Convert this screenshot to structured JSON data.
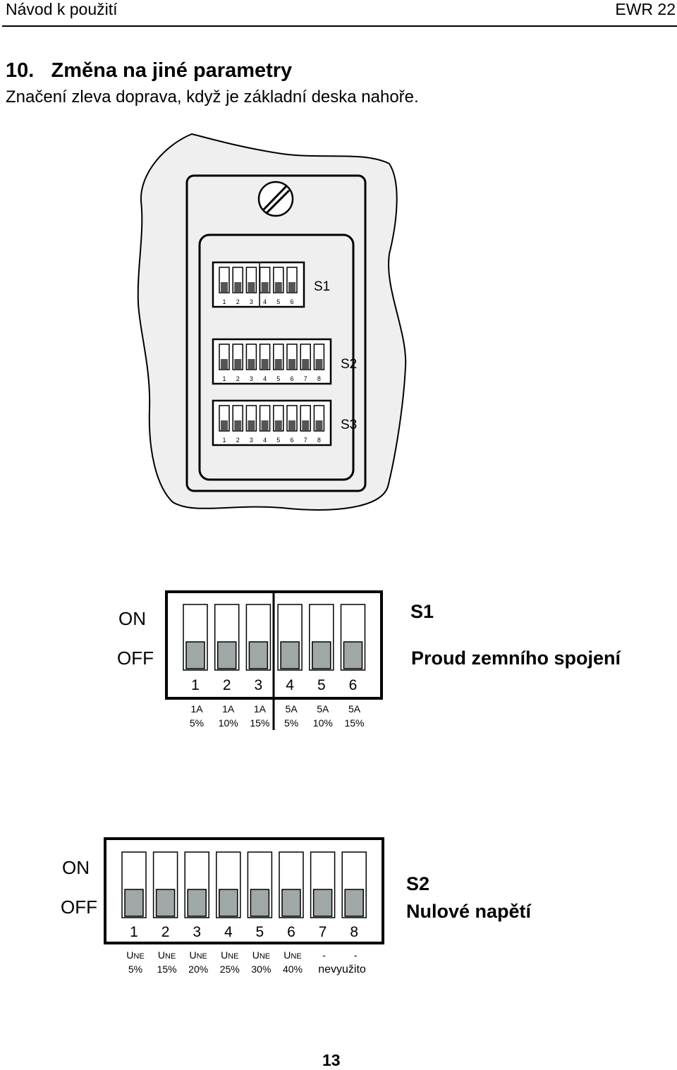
{
  "header": {
    "left": "Návod k použití",
    "right": "EWR 22"
  },
  "section": {
    "number": "10.",
    "title": "Změna na jiné parametry",
    "subtitle": "Značení zleva doprava, když je základní deska nahoře."
  },
  "board": {
    "blocks": [
      {
        "name": "S1",
        "switches": [
          "1",
          "2",
          "3",
          "4",
          "5",
          "6"
        ]
      },
      {
        "name": "S2",
        "switches": [
          "1",
          "2",
          "3",
          "4",
          "5",
          "6",
          "7",
          "8"
        ]
      },
      {
        "name": "S3",
        "switches": [
          "1",
          "2",
          "3",
          "4",
          "5",
          "6",
          "7",
          "8"
        ]
      }
    ]
  },
  "s1": {
    "on_label": "ON",
    "off_label": "OFF",
    "heading": "S1",
    "description": "Proud zemního spojení",
    "switches": [
      {
        "num": "1",
        "top": "1A",
        "bottom": "5%"
      },
      {
        "num": "2",
        "top": "1A",
        "bottom": "10%"
      },
      {
        "num": "3",
        "top": "1A",
        "bottom": "15%"
      },
      {
        "num": "4",
        "top": "5A",
        "bottom": "5%"
      },
      {
        "num": "5",
        "top": "5A",
        "bottom": "10%"
      },
      {
        "num": "6",
        "top": "5A",
        "bottom": "15%"
      }
    ]
  },
  "s2": {
    "on_label": "ON",
    "off_label": "OFF",
    "heading": "S2",
    "description": "Nulové napětí",
    "unused_label": "nevyužito",
    "switches": [
      {
        "num": "1",
        "top_main": "U",
        "top_sub": "NE",
        "bottom": "5%"
      },
      {
        "num": "2",
        "top_main": "U",
        "top_sub": "NE",
        "bottom": "15%"
      },
      {
        "num": "3",
        "top_main": "U",
        "top_sub": "NE",
        "bottom": "20%"
      },
      {
        "num": "4",
        "top_main": "U",
        "top_sub": "NE",
        "bottom": "25%"
      },
      {
        "num": "5",
        "top_main": "U",
        "top_sub": "NE",
        "bottom": "30%"
      },
      {
        "num": "6",
        "top_main": "U",
        "top_sub": "NE",
        "bottom": "40%"
      },
      {
        "num": "7",
        "top_main": "-",
        "top_sub": "",
        "bottom": ""
      },
      {
        "num": "8",
        "top_main": "-",
        "top_sub": "",
        "bottom": ""
      }
    ]
  },
  "page_number": "13",
  "colors": {
    "board_bg": "#efefef",
    "switch_fill": "#9fa7a7"
  }
}
